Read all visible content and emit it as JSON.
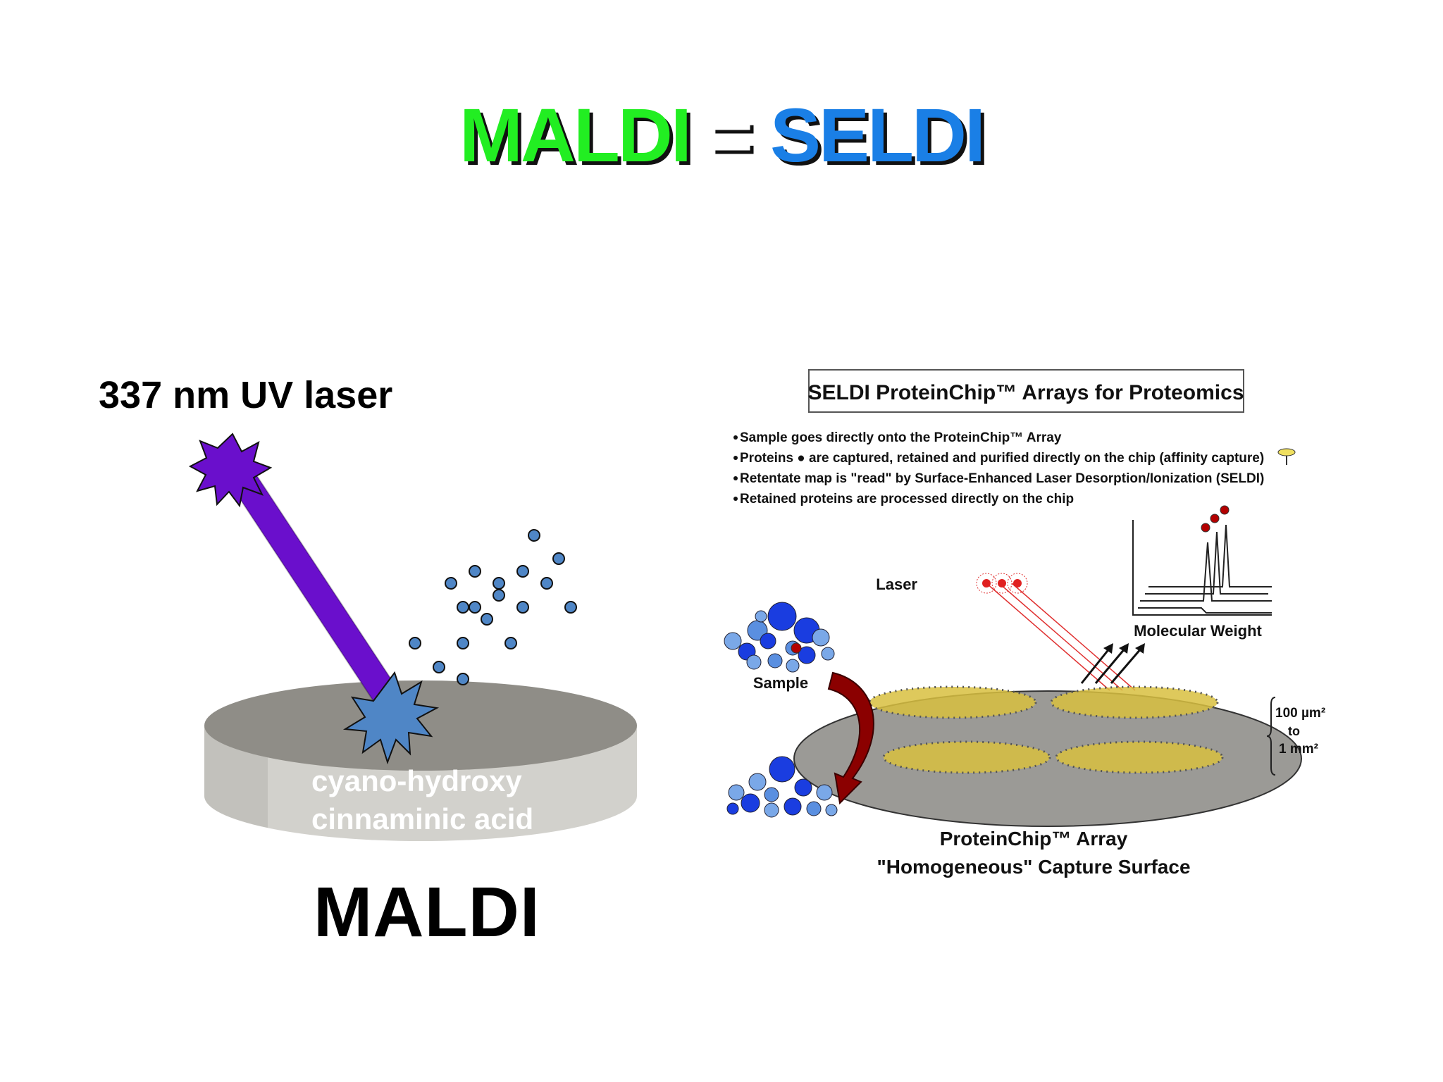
{
  "title": {
    "left": "MALDI",
    "eq": "=",
    "right": "SELDI"
  },
  "maldi": {
    "laser_label": "337 nm UV laser",
    "plate_line1": "cyano-hydroxy",
    "plate_line2": "cinnaminic acid",
    "caption": "MALDI"
  },
  "seldi": {
    "box_title": "SELDI ProteinChip™ Arrays for Proteomics",
    "bullets": [
      "Sample goes directly onto the ProteinChip™ Array",
      "Proteins ● are captured, retained and purified directly on the chip (affinity capture)",
      "Retentate map is \"read\" by Surface-Enhanced Laser Desorption/Ionization (SELDI)",
      "Retained proteins are processed directly on the chip"
    ],
    "laser_label": "Laser",
    "mw_label": "Molecular Weight",
    "sample_label": "Sample",
    "scale_line1": "100 µm²",
    "scale_line2": "to",
    "scale_line3": "1 mm²",
    "array_line1": "ProteinChip™ Array",
    "array_line2": "\"Homogeneous\" Capture Surface"
  },
  "colors": {
    "maldi_green": "#22ee22",
    "seldi_blue": "#1a7fe6",
    "laser_purple": "#6a0fcc",
    "particle_blue": "#4f86c6",
    "protein_red": "#b30000"
  }
}
